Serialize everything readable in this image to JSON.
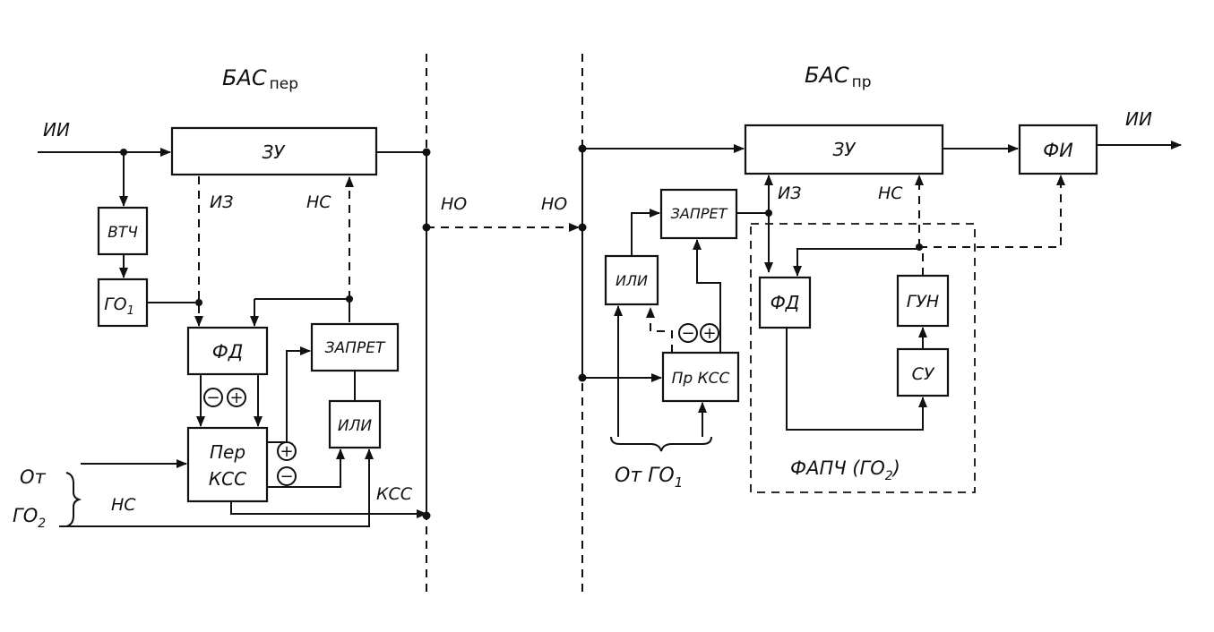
{
  "blocks": {
    "tx_title": "БАС",
    "tx_title_sub": "пер",
    "rx_title": "БАС",
    "rx_title_sub": "пр",
    "tx_zu": "ЗУ",
    "tx_vtch": "ВТЧ",
    "tx_go1": "ГО",
    "tx_go1_sub": "1",
    "tx_fd": "ФД",
    "tx_zapret": "ЗАПРЕТ",
    "tx_ili": "ИЛИ",
    "tx_per_kss_1": "Пер",
    "tx_per_kss_2": "КСС",
    "rx_zu": "ЗУ",
    "rx_fi": "ФИ",
    "rx_zapret": "ЗАПРЕТ",
    "rx_ili": "ИЛИ",
    "rx_pr_kss": "Пр КСС",
    "rx_fd": "ФД",
    "rx_gun": "ГУН",
    "rx_su": "СУ"
  },
  "signals": {
    "ii_in": "ИИ",
    "ii_out": "ИИ",
    "iz_tx": "ИЗ",
    "ns_tx": "НС",
    "no_tx": "НО",
    "no_rx": "НО",
    "iz_rx": "ИЗ",
    "ns_rx": "НС",
    "kss": "КСС",
    "ns_in": "НС",
    "ot_tx": "От",
    "go2_tx": "ГО",
    "go2_tx_sub": "2",
    "ot_rx": "От  ГО",
    "ot_rx_sub": "1",
    "fapch": "ФАПЧ (ГО",
    "fapch_sub": "2",
    "fapch_end": ")",
    "minus": "−",
    "plus": "+"
  }
}
